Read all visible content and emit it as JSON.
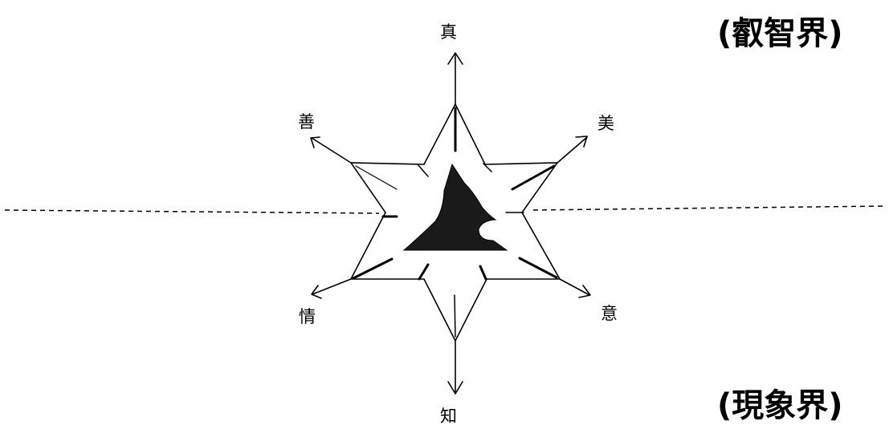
{
  "realms": {
    "upper": "(叡智界)",
    "lower": "(現象界)"
  },
  "values": {
    "top": "真",
    "upper_left": "善",
    "upper_right": "美",
    "lower_left": "情",
    "lower_right": "意",
    "bottom": "知"
  },
  "colors": {
    "ink": "#000000",
    "background": "#ffffff"
  }
}
